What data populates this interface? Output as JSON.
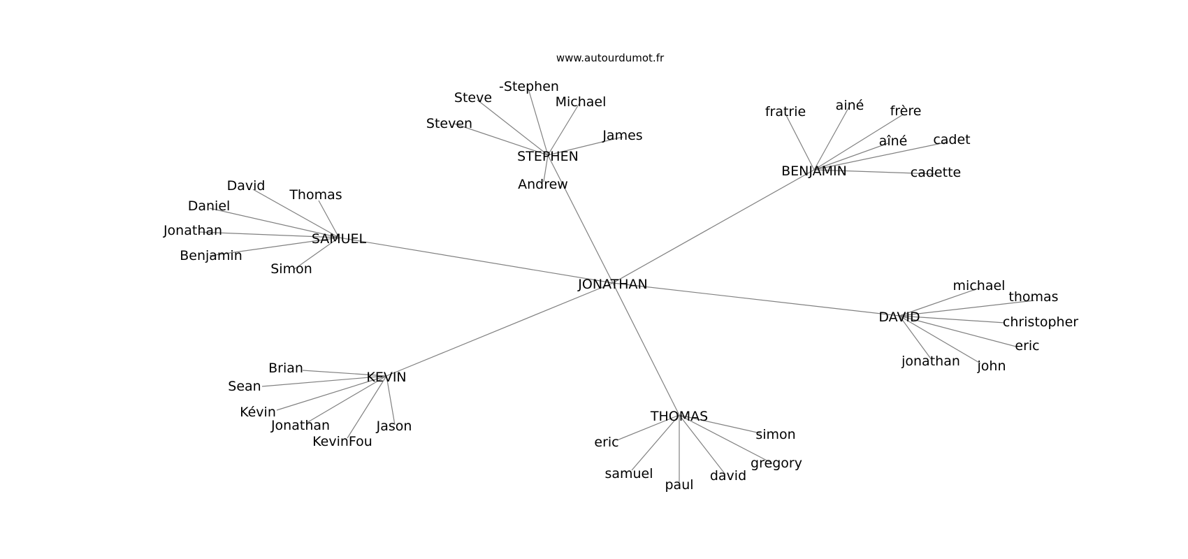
{
  "site_label": "www.autourdumot.fr",
  "colors": {
    "edge": "#808080",
    "text": "#000000",
    "background": "#ffffff"
  },
  "center": "JONATHAN",
  "hubs": [
    {
      "id": "stephen",
      "label": "STEPHEN",
      "leaves": [
        "Steven",
        "Steve",
        "-Stephen",
        "Michael",
        "James",
        "Andrew"
      ]
    },
    {
      "id": "benjamin",
      "label": "BENJAMIN",
      "leaves": [
        "fratrie",
        "ainé",
        "frère",
        "aîné",
        "cadet",
        "cadette"
      ]
    },
    {
      "id": "samuel",
      "label": "SAMUEL",
      "leaves": [
        "David",
        "Thomas",
        "Daniel",
        "Jonathan",
        "Benjamin",
        "Simon"
      ]
    },
    {
      "id": "david",
      "label": "DAVID",
      "leaves": [
        "michael",
        "thomas",
        "christopher",
        "eric",
        "jonathan",
        "john"
      ]
    },
    {
      "id": "kevin",
      "label": "KEVIN",
      "leaves": [
        "Brian",
        "Sean",
        "Kévin",
        "Jonathan",
        "KevinFou",
        "Jason"
      ]
    },
    {
      "id": "thomas",
      "label": "THOMAS",
      "leaves": [
        "eric",
        "samuel",
        "paul",
        "david",
        "gregory",
        "simon"
      ]
    }
  ]
}
